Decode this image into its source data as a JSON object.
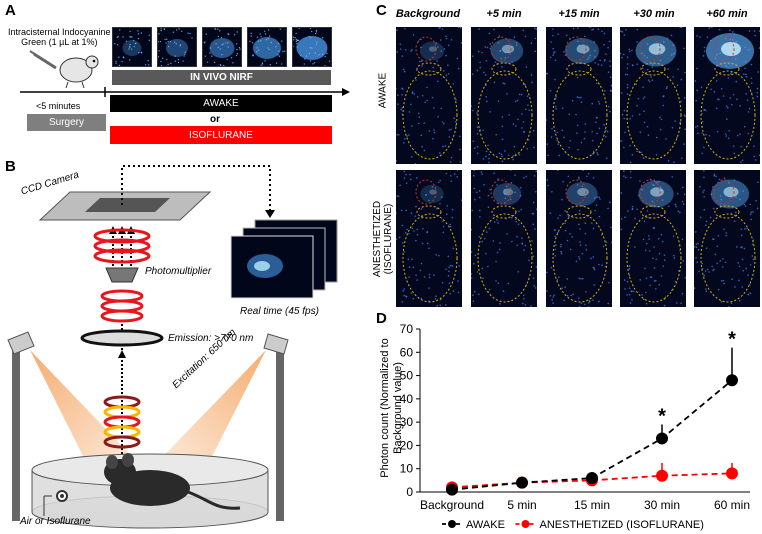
{
  "panel_a": {
    "letter": "A",
    "injection_label_line1": "Intracisternal Indocyanine",
    "injection_label_line2": "Green (1 µL at 1%)",
    "nirf_label": "IN VIVO NIRF",
    "timing_label": "<5 minutes",
    "surgery_label": "Surgery",
    "awake_label": "AWAKE",
    "or_label": "or",
    "isoflurane_label": "ISOFLURANE",
    "colors": {
      "awake": "#000000",
      "isoflurane": "#ff0000",
      "nirf": "#595959",
      "surgery": "#7f7f7f"
    }
  },
  "panel_b": {
    "letter": "B",
    "camera_label": "CCD Camera",
    "photomultiplier_label": "Photomultiplier",
    "realtime_label": "Real time (45 fps)",
    "emission_label": "Emission: >770 nm",
    "excitation_label": "Excitation: 650 nm",
    "air_label": "Air or Isoflurane"
  },
  "panel_c": {
    "letter": "C",
    "columns": [
      "Background",
      "+5 min",
      "+15 min",
      "+30 min",
      "+60 min"
    ],
    "rows": [
      {
        "label_line1": "AWAKE",
        "label_line2": ""
      },
      {
        "label_line1": "ANESTHETIZED",
        "label_line2": "(ISOFLURANE)"
      }
    ]
  },
  "panel_d": {
    "letter": "D",
    "chart_data": {
      "type": "line",
      "categories": [
        "Background",
        "5 min",
        "15 min",
        "30 min",
        "60 min"
      ],
      "ylabel_line1": "Photon count (Normalized to",
      "ylabel_line2": "Background value)",
      "ylim": [
        0,
        70
      ],
      "yticks": [
        0,
        10,
        20,
        30,
        40,
        50,
        60,
        70
      ],
      "grid": false,
      "legend_position": "bottom",
      "series": [
        {
          "name": "AWAKE",
          "color": "#000000",
          "values": [
            1,
            4,
            6,
            23,
            48
          ],
          "errors": [
            0.5,
            0.8,
            1.2,
            6,
            14
          ]
        },
        {
          "name": "ANESTHETIZED (ISOFLURANE)",
          "color": "#ff0000",
          "values": [
            2,
            4,
            5,
            7,
            8
          ],
          "errors": [
            0.5,
            0.8,
            1.0,
            5.5,
            4.5
          ]
        }
      ],
      "annotations": [
        {
          "category": "30 min",
          "text": "*"
        },
        {
          "category": "60 min",
          "text": "*"
        }
      ]
    }
  }
}
